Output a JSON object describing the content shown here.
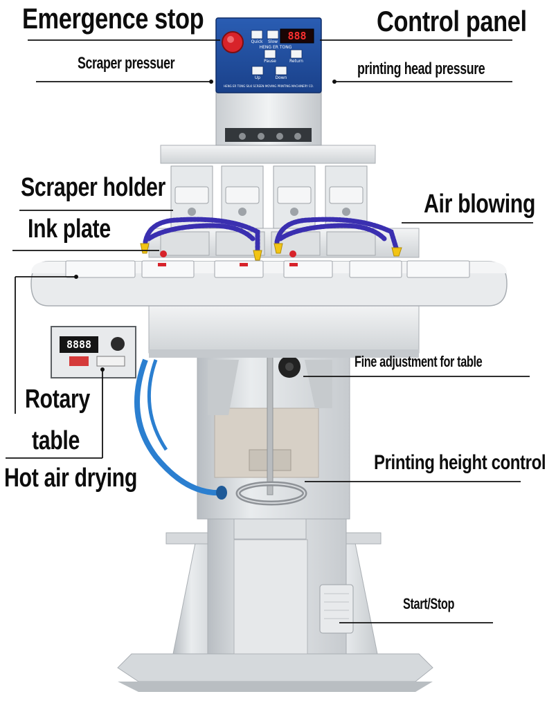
{
  "labels": {
    "emergence_stop": "Emergence stop",
    "control_panel": "Control panel",
    "scraper_pressuer": "Scraper pressuer",
    "printing_head_pressure": "printing head pressure",
    "scraper_holder": "Scraper holder",
    "air_blowing": "Air blowing",
    "ink_plate": "Ink plate",
    "fine_adjustment_for_table": "Fine adjustment for table",
    "rotary_table_line1": "Rotary",
    "rotary_table_line2": "table",
    "printing_height_control": "Printing height control",
    "hot_air_drying": "Hot air drying",
    "start_stop": "Start/Stop"
  },
  "control_panel": {
    "brand": "HENG ER TONG",
    "footer": "HENG ER TONG SILK SCREEN MOVING PRINTING MACHINERY CO.",
    "display": "888",
    "buttons": [
      "Quick",
      "Slow",
      "Pause",
      "Return",
      "Up",
      "Down"
    ]
  },
  "dryer_controller": {
    "display": "8888"
  },
  "colors": {
    "machine_body": "#e3e6e8",
    "panel_blue": "#1f4fa0",
    "stop_red": "#d8232a",
    "air_tube": "#3a2fb0",
    "nozzle_yellow": "#f2c414",
    "hose_blue": "#2b7fd0"
  }
}
